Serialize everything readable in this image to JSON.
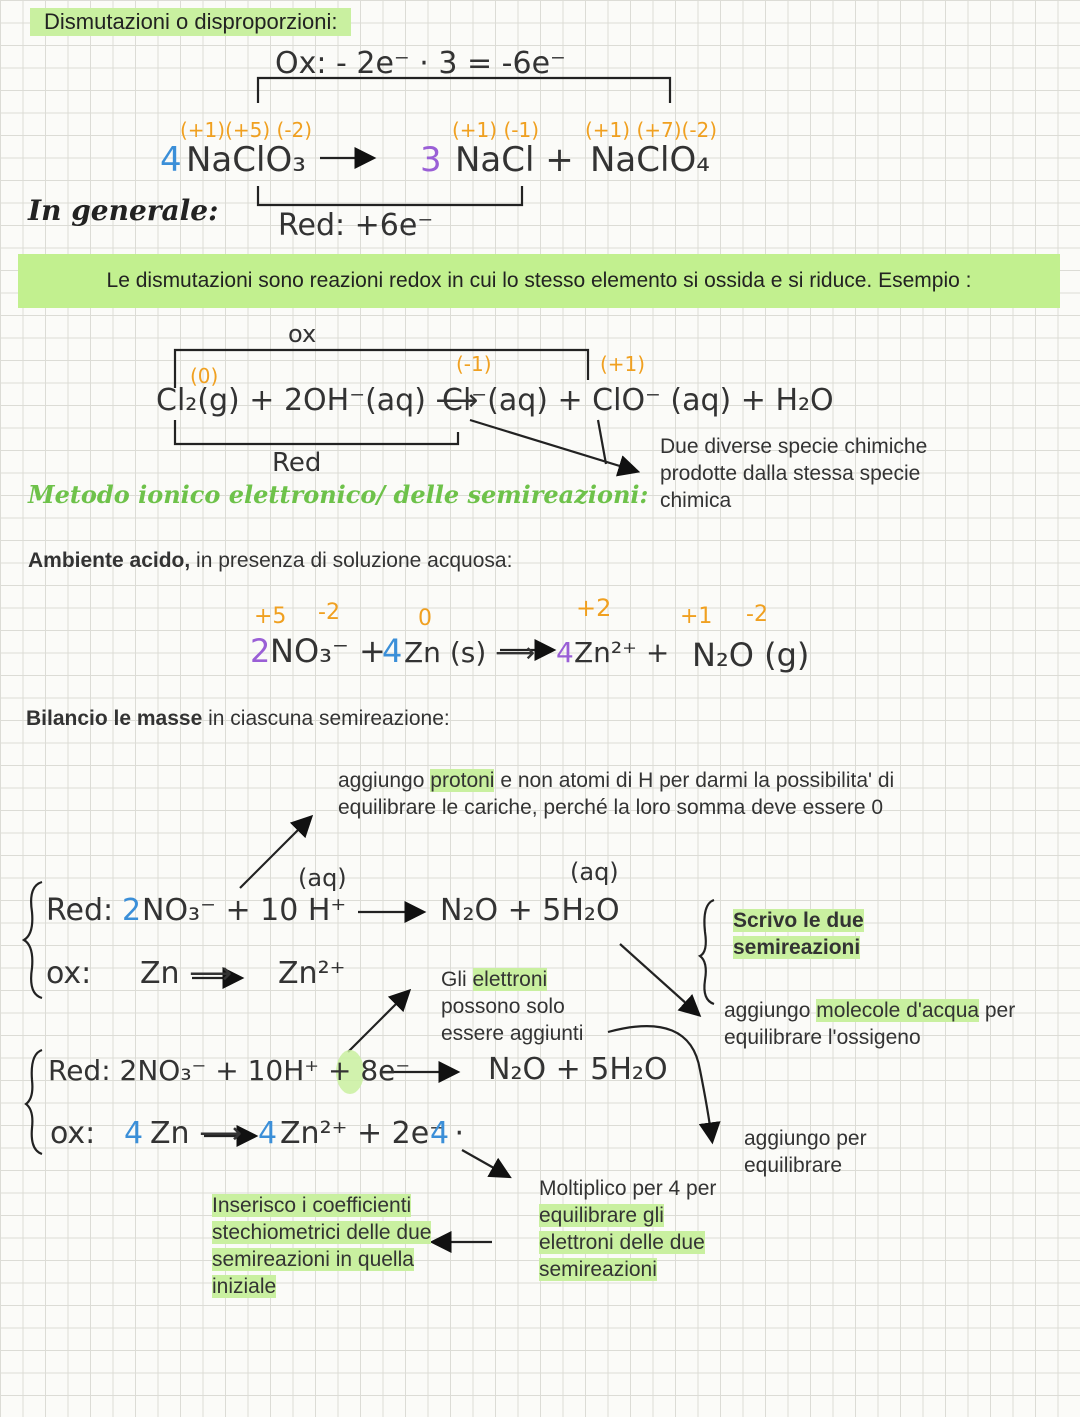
{
  "header": {
    "title": "Dismutazioni o disproporzioni:"
  },
  "example1": {
    "ox_label": "Ox: - 2e⁻ · 3 = -6e⁻",
    "red_label": "Red: +6e⁻",
    "ox_numbers_left": "(+1)(+5) (-2)",
    "ox_numbers_mid": "(+1)  (-1)",
    "ox_numbers_right": "(+1) (+7)(-2)",
    "coef_left": "4",
    "reactant": "NaClO₃",
    "arrow": "⟶",
    "coef_mid": "3",
    "product1": "NaCl +",
    "product2": "NaClO₄"
  },
  "in_generale": "In generale:",
  "banner": "Le dismutazioni sono reazioni redox in cui lo stesso elemento si ossida e si riduce. Esempio :",
  "example2": {
    "ox_label": "ox",
    "red_label": "Red",
    "ox0": "(0)",
    "oxm1": "(-1)",
    "oxp1": "(+1)",
    "equation_left": "Cl₂(g) + 2OH⁻(aq) ⟶",
    "equation_right": "Cl⁻(aq) + ClO⁻ (aq) + H₂O",
    "note": "Due diverse specie chimiche prodotte dalla stessa specie chimica"
  },
  "metodo_title": "Metodo ionico elettronico/ delle semireazioni:",
  "ambiente": {
    "bold": "Ambiente acido,",
    "rest": " in presenza di soluzione acquosa:"
  },
  "eq3": {
    "ox_p5": "+5",
    "ox_m2": "-2",
    "ox_0": "0",
    "ox_p2": "+2",
    "ox_p1": "+1",
    "ox_m2b": "-2",
    "coef1": "2",
    "no3": "NO₃⁻ +",
    "coef2": "4",
    "zn": "Zn (s) ⟶",
    "coef3": "4",
    "zn2": "Zn²⁺ +",
    "n2o": "N₂O (g)"
  },
  "bilancio": {
    "bold": "Bilancio le masse",
    "rest": " in ciascuna semireazione:"
  },
  "note_protoni": {
    "pre": "aggiungo ",
    "hl": "protoni",
    "post": " e non atomi di H per darmi la possibilita' di equilibrare le cariche, perché la loro somma deve essere 0"
  },
  "half1": {
    "aq1": "(aq)",
    "aq2": "(aq)",
    "red_prefix": "Red:",
    "red_coef": "2",
    "red_rest": "NO₃⁻ + 10 H⁺",
    "red_arrow": "⟶",
    "red_prod": "N₂O + 5H₂O",
    "ox_prefix": "ox:",
    "ox_left": "Zn ⟶",
    "ox_right": "Zn²⁺"
  },
  "note_scrivo": "Scrivo le due semireazioni",
  "note_elettroni": {
    "pre": "Gli ",
    "hl": "elettroni",
    "post": " possono solo essere aggiunti"
  },
  "note_acqua": {
    "pre": "aggiungo ",
    "hl": "molecole d'acqua",
    "post": " per equilibrare l'ossigeno"
  },
  "half2": {
    "red": "Red: 2NO₃⁻ + 10H⁺ + 8e⁻",
    "red_prod": "N₂O + 5H₂O",
    "ox_prefix": "ox:",
    "ox_coef": "4",
    "ox_zn": "Zn ⟶",
    "ox_coef2": "4",
    "ox_rest": "Zn²⁺ + 2e⁻ ·",
    "ox_mult": "4"
  },
  "note_aggiungo": "aggiungo per equilibrare",
  "note_moltiplico": {
    "pre": "Moltiplico per 4 per ",
    "hl": "equilibrare gli elettroni delle due semireazioni"
  },
  "note_inserisco": "Inserisco i coefficienti stechiometrici delle due semireazioni in quella iniziale"
}
